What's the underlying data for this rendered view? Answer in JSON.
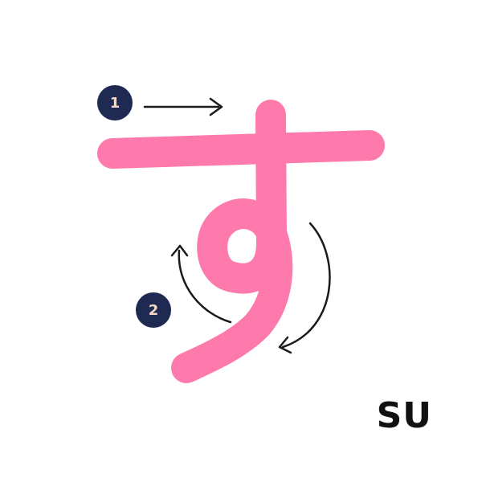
{
  "strokes": [
    {
      "number": "1",
      "direction": "left-to-right"
    },
    {
      "number": "2",
      "direction": "counterclockwise-loop-then-down"
    }
  ],
  "romaji": "SU",
  "colors": {
    "stroke": "#ff7aac",
    "badge": "#1f2a52",
    "badge_text": "#f6d6c6",
    "arrow": "#1a1a1a",
    "label": "#111111"
  }
}
